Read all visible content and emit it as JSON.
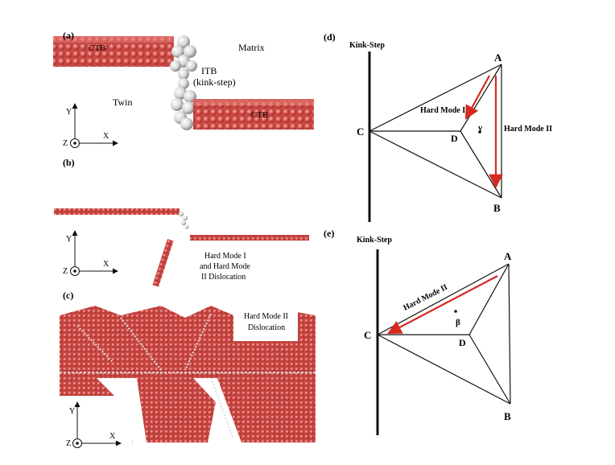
{
  "figure": {
    "panels": {
      "a": {
        "tag": "(a)",
        "ctb_top": "CTB",
        "ctb_bottom": "CTB",
        "matrix": "Matrix",
        "twin": "Twin",
        "itb": "ITB",
        "kink_step": "(kink-step)",
        "axis": {
          "y": "Y",
          "x": "X",
          "z": "Z"
        }
      },
      "b": {
        "tag": "(b)",
        "caption_lines": [
          "Hard Mode I",
          "and Hard Mode",
          "II Dislocation"
        ],
        "axis": {
          "y": "Y",
          "x": "X",
          "z": "Z"
        }
      },
      "c": {
        "tag": "(c)",
        "caption_lines": [
          "Hard Mode II",
          "Dislocation"
        ],
        "axis": {
          "y": "Y",
          "x": "X",
          "z": "Z"
        }
      },
      "d": {
        "tag": "(d)",
        "title": "Kink-Step",
        "vertices": {
          "A": "A",
          "B": "B",
          "C": "C",
          "D": "D"
        },
        "symbol": "γ",
        "mode_i": "Hard Mode I",
        "mode_ii": "Hard Mode II"
      },
      "e": {
        "tag": "(e)",
        "title": "Kink-Step",
        "vertices": {
          "A": "A",
          "B": "B",
          "C": "C",
          "D": "D"
        },
        "symbol": "β",
        "mode_ii": "Hard Mode II"
      }
    },
    "colors": {
      "atom_red": "#d9534f",
      "atom_gray": "#cfcfcf",
      "arrow_red": "#d62a20",
      "line": "#111111"
    }
  }
}
